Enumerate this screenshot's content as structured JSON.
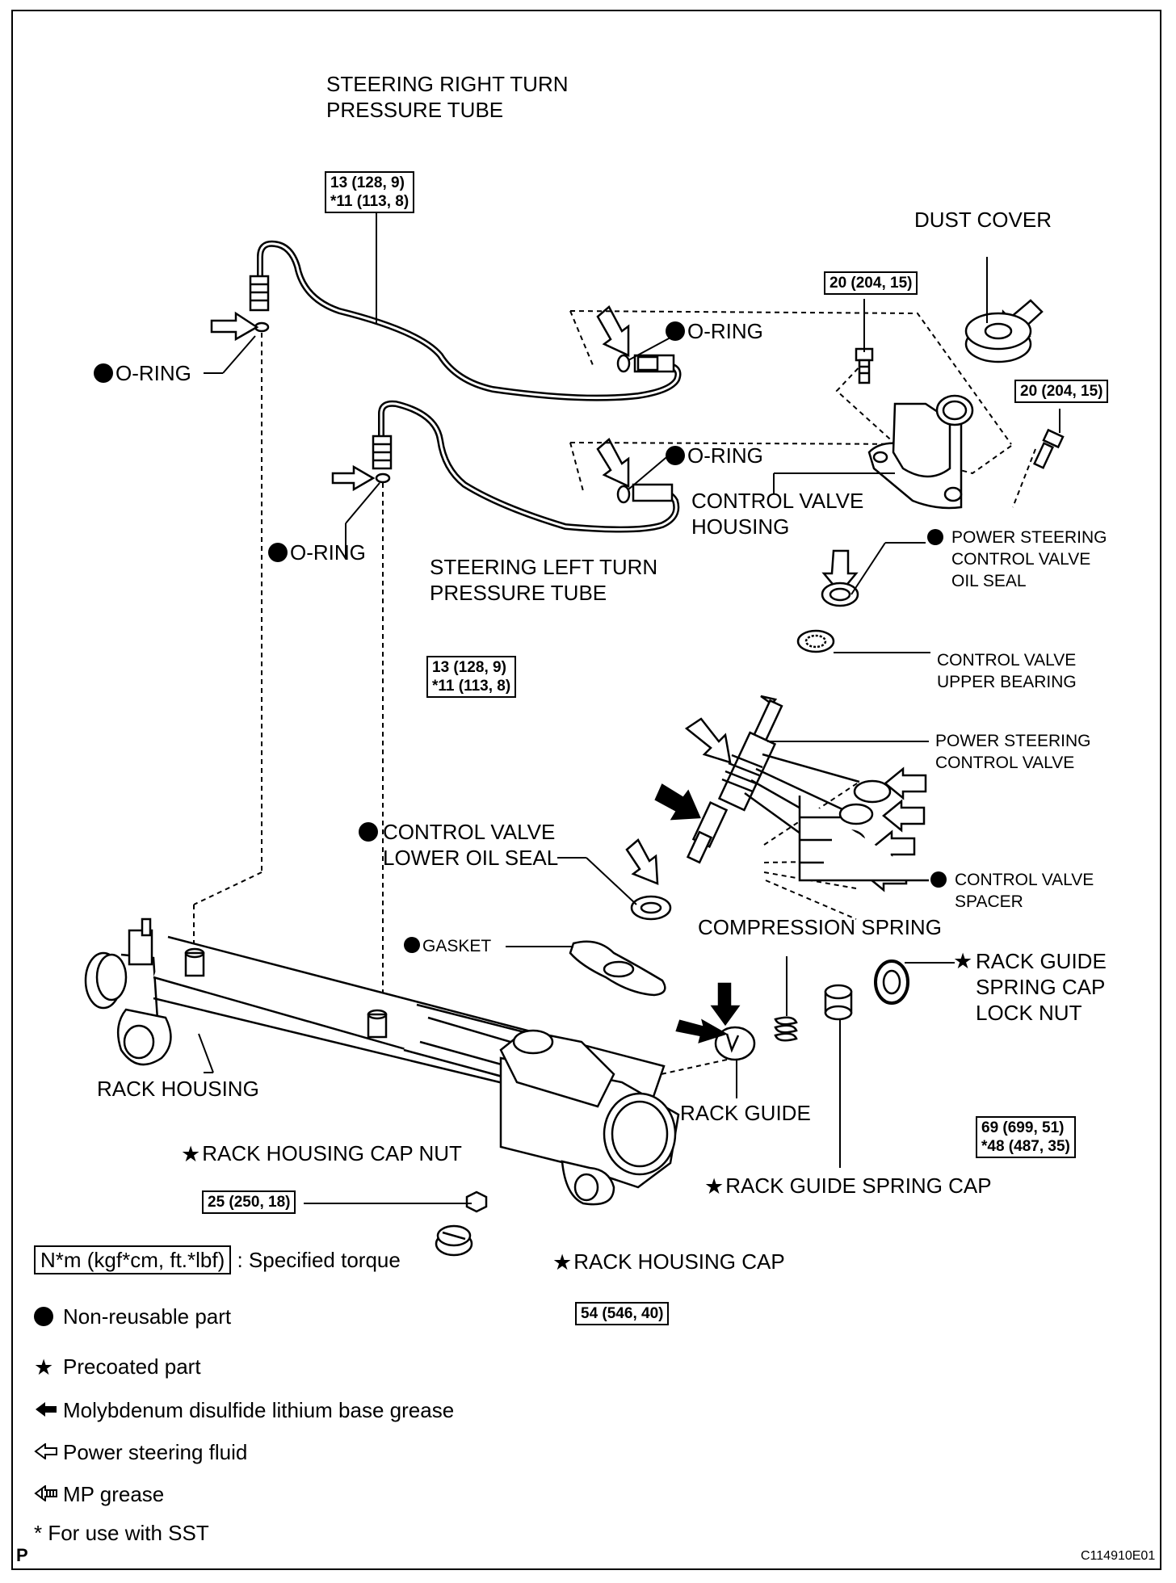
{
  "labels": {
    "right_turn_tube": "STEERING RIGHT TURN\nPRESSURE TUBE",
    "dust_cover": "DUST COVER",
    "o_ring": "O-RING",
    "control_valve_housing": "CONTROL VALVE\nHOUSING",
    "left_turn_tube": "STEERING LEFT TURN\nPRESSURE TUBE",
    "cv_oil_seal": "POWER STEERING\nCONTROL VALVE\nOIL SEAL",
    "cv_upper_bearing": "CONTROL VALVE\nUPPER BEARING",
    "ps_control_valve": "POWER STEERING\nCONTROL VALVE",
    "cv_spacer": "CONTROL VALVE\nSPACER",
    "cv_lower_oil_seal": "CONTROL VALVE\nLOWER OIL SEAL",
    "gasket": "GASKET",
    "compression_spring": "COMPRESSION SPRING",
    "rack_guide_lock_nut": "RACK GUIDE\nSPRING CAP\nLOCK NUT",
    "rack_housing": "RACK HOUSING",
    "rack_guide": "RACK GUIDE",
    "rack_housing_cap_nut": "RACK HOUSING CAP NUT",
    "rack_guide_spring_cap": "RACK GUIDE SPRING CAP",
    "rack_housing_cap": "RACK HOUSING CAP"
  },
  "torques": {
    "t1": "13 (128, 9)\n*11 (113, 8)",
    "t2": "20 (204, 15)",
    "t3": "20 (204, 15)",
    "t4": "13 (128, 9)\n*11 (113, 8)",
    "t5": "69 (699, 51)\n*48 (487, 35)",
    "t6": "25 (250, 18)",
    "t7": "54 (546, 40)"
  },
  "legend": {
    "torque_unit": "N*m (kgf*cm, ft.*lbf)",
    "torque_desc": ": Specified torque",
    "non_reusable": "Non-reusable part",
    "precoated": "Precoated part",
    "moly_grease": "Molybdenum disulfide lithium base grease",
    "ps_fluid": "Power steering fluid",
    "mp_grease": "MP grease",
    "sst_note": "* For use with SST"
  },
  "footer": {
    "page_letter": "P",
    "figure_code": "C114910E01"
  }
}
